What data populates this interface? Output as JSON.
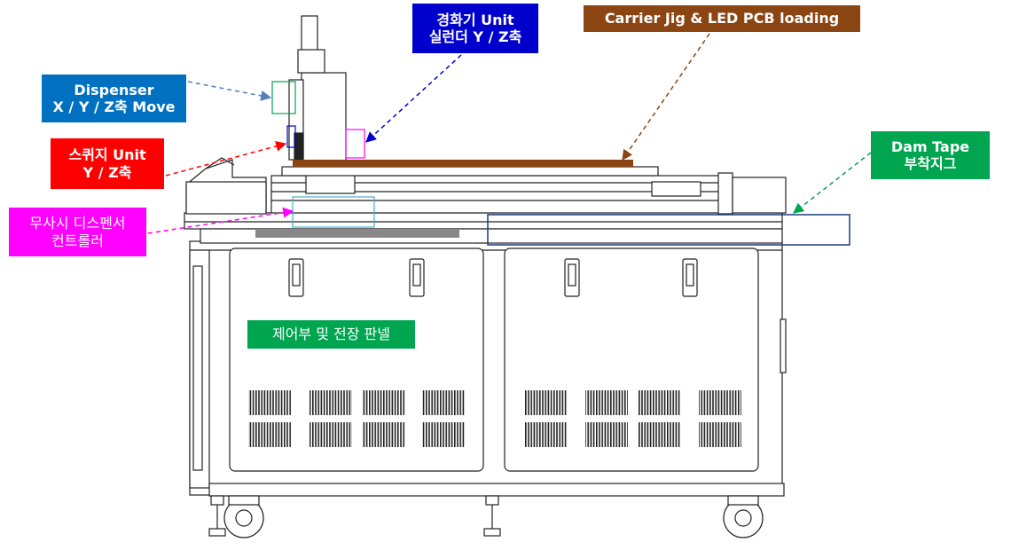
{
  "labels": {
    "dispenser": {
      "line1": "Dispenser",
      "line2": "X / Y / Z축 Move",
      "color": "#0070c0"
    },
    "squeegee": {
      "line1": "스퀴지 Unit",
      "line2": "Y / Z축",
      "color": "#ff0000"
    },
    "controller": {
      "line1": "무사시 디스펜서",
      "line2": "컨트롤러",
      "color": "#ff00ff"
    },
    "curing": {
      "line1": "경화기 Unit",
      "line2": "실런더 Y / Z축",
      "color": "#0000cc"
    },
    "carrier": {
      "line1": "Carrier Jig & LED PCB loading",
      "color": "#8b4513"
    },
    "damtape": {
      "line1": "Dam Tape",
      "line2": "부착지그",
      "color": "#00a550"
    },
    "panel": {
      "line1": "제어부 및 전장 판넬",
      "color": "#00a550"
    }
  }
}
